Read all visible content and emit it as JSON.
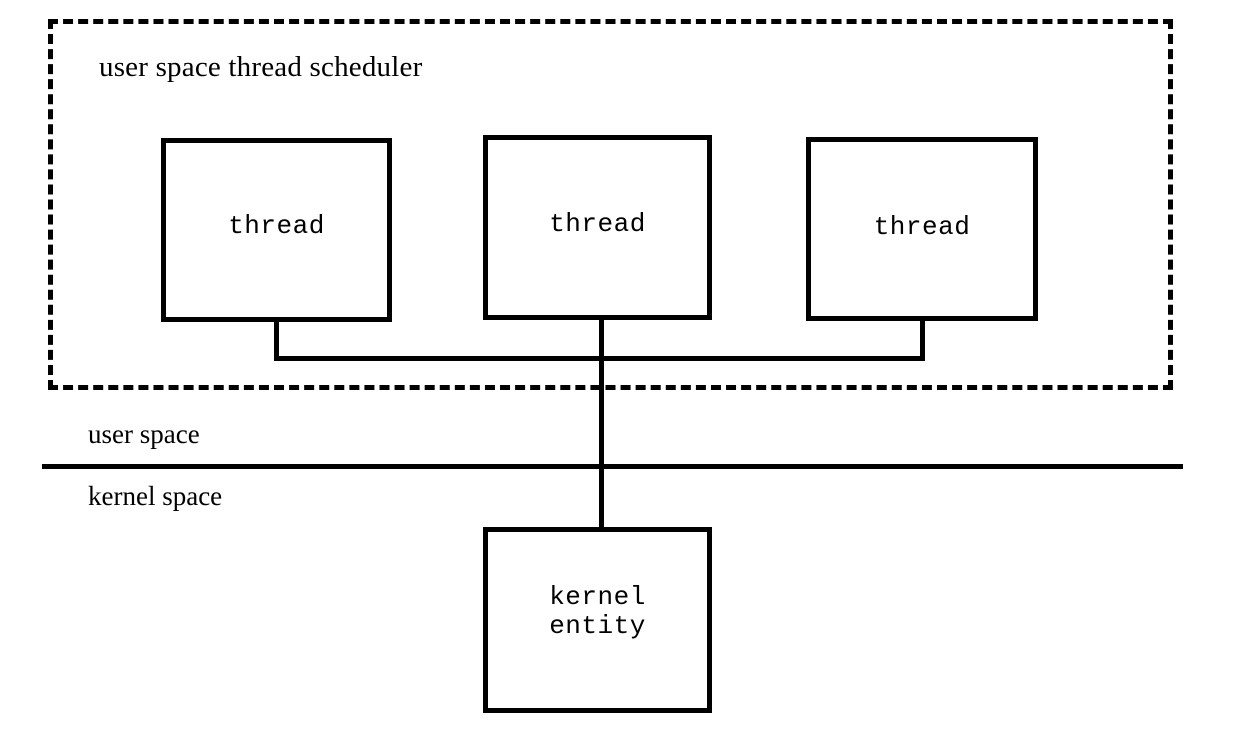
{
  "diagram": {
    "title": "user space thread scheduler",
    "regions": {
      "scheduler": {
        "label": "user space thread scheduler",
        "border_style": "dashed",
        "color": "#000000"
      },
      "user_space_label": "user space",
      "kernel_space_label": "kernel space",
      "separator_color": "#000000"
    },
    "threads": [
      {
        "label": "thread"
      },
      {
        "label": "thread"
      },
      {
        "label": "thread"
      }
    ],
    "kernel_entity": {
      "label": "kernel\nentity"
    },
    "colors": {
      "background": "#ffffff",
      "stroke": "#000000",
      "text": "#000000"
    }
  }
}
